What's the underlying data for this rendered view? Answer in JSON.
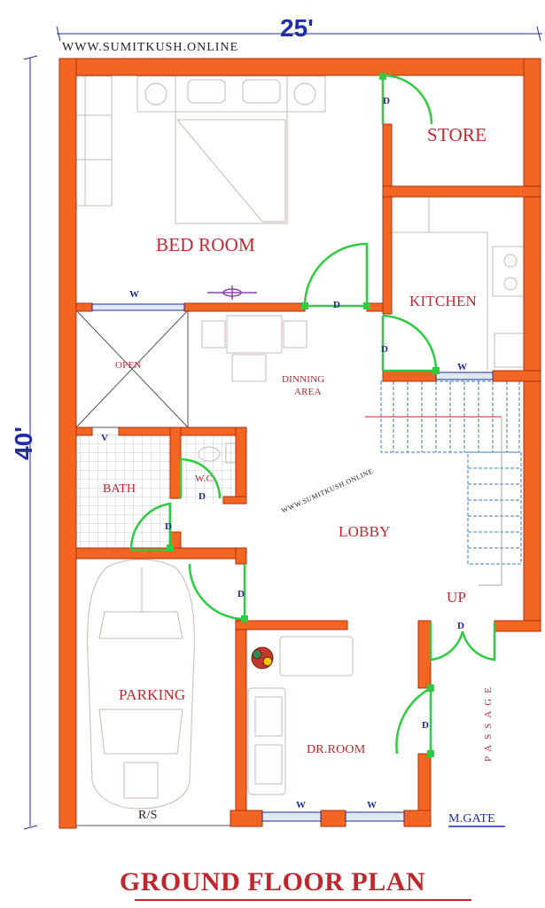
{
  "dimensions": {
    "width_label": "25'",
    "depth_label": "40'"
  },
  "watermark": "WWW.SUMITKUSH.ONLINE",
  "diagonal_watermark": "WWW.SUMITKUSH.ONLINE",
  "rooms": {
    "store": "STORE",
    "bed_room": "BED ROOM",
    "kitchen": "KITCHEN",
    "open": "OPEN",
    "dinning": [
      "DINNING",
      "AREA"
    ],
    "bath": "BATH",
    "wc": "W.C",
    "lobby": "LOBBY",
    "up": "UP",
    "parking": "PARKING",
    "dr_room": "DR.ROOM",
    "passage": "PASSAGE"
  },
  "markers": {
    "door": "D",
    "window": "W",
    "vent": "V"
  },
  "labels": {
    "rs": "R/S",
    "main_gate": "M.GATE"
  },
  "title": "GROUND FLOOR PLAN",
  "colors": {
    "wall": "#f26522",
    "wall_outline": "#b0300c",
    "text": "#c0272d",
    "door": "#2ecc40",
    "dimension": "#1d2ea8"
  }
}
